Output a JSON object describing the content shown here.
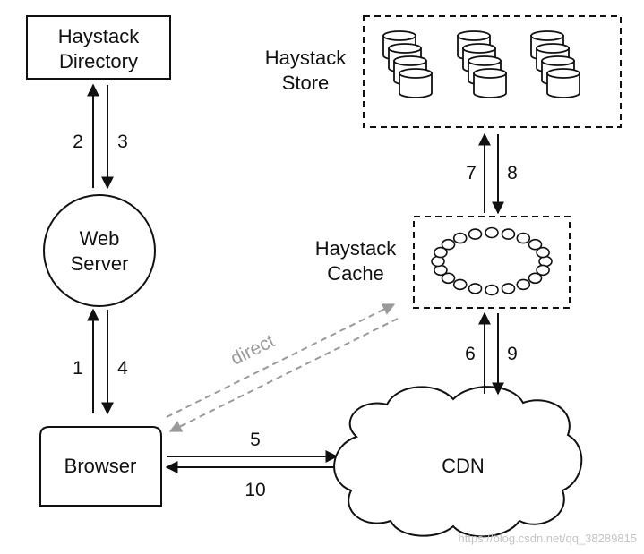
{
  "nodes": {
    "directory": {
      "line1": "Haystack",
      "line2": "Directory"
    },
    "web_server": {
      "line1": "Web",
      "line2": "Server"
    },
    "browser": {
      "label": "Browser"
    },
    "store": {
      "line1": "Haystack",
      "line2": "Store"
    },
    "cache": {
      "line1": "Haystack",
      "line2": "Cache"
    },
    "cdn": {
      "label": "CDN"
    }
  },
  "steps": {
    "s1": "1",
    "s2": "2",
    "s3": "3",
    "s4": "4",
    "s5": "5",
    "s6": "6",
    "s7": "7",
    "s8": "8",
    "s9": "9",
    "s10": "10"
  },
  "direct_label": "direct",
  "watermark": "https://blog.csdn.net/qq_38289815",
  "colors": {
    "line": "#111111",
    "direct": "#9a9a9a"
  }
}
